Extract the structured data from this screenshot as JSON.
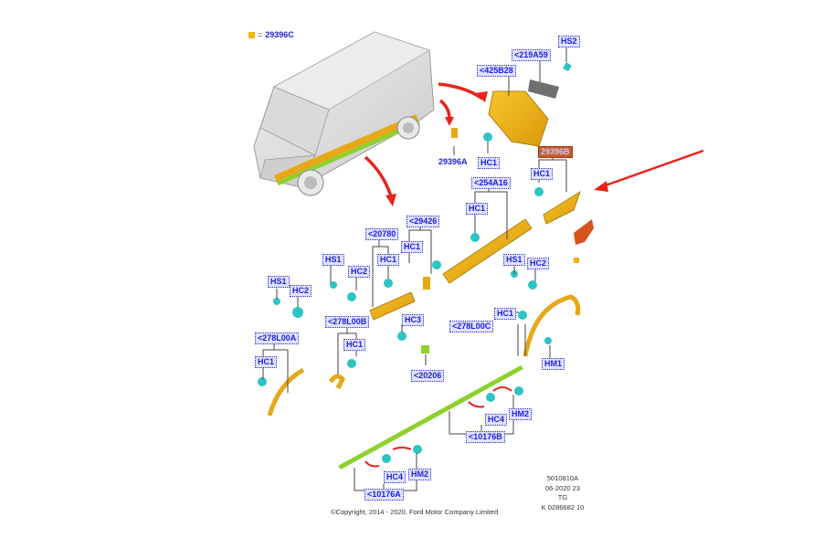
{
  "legend": {
    "swatch_color": "#f5b400",
    "equals": "=",
    "part": "29396C"
  },
  "labels": {
    "hs2": "HS2",
    "l219a59": "<219A59",
    "l425b28": "<425B28",
    "p29396a": "29396A",
    "hc1_top": "HC1",
    "p29396b": "29396B",
    "hc1_right": "HC1",
    "l254a16": "<254A16",
    "hc1_mid": "HC1",
    "l29426": "<29426",
    "hc1_29426": "HC1",
    "l20780": "<20780",
    "hc1_20780": "HC1",
    "hs1_mid": "HS1",
    "hc2_mid": "HC2",
    "hs1_left": "HS1",
    "hc2_left": "HC2",
    "l278l00b": "<278L00B",
    "hc1_b": "HC1",
    "l278l00a": "<278L00A",
    "hc1_a": "HC1",
    "hc3": "HC3",
    "l20206": "<20206",
    "hs1_right": "HS1",
    "hc2_right": "HC2",
    "hc1_c": "HC1",
    "l278l00c": "<278L00C",
    "hm1": "HM1",
    "hc4_b": "HC4",
    "hm2_b": "HM2",
    "l10176b": "<10176B",
    "hc4_a": "HC4",
    "hm2_a": "HM2",
    "l10176a": "<10176A"
  },
  "meta": {
    "line1": "5010810A",
    "line2": "06-2020 23",
    "line3": "TG",
    "line4": "K 0286682 10"
  },
  "copyright": "©Copyright, 2014 - 2020, Ford Motor Company Limited",
  "colors": {
    "label_text": "#1e1ee0",
    "trim_part": "#e6a817",
    "clip": "#2ec4c4",
    "sill_green": "#8ed12e",
    "arrow_red": "#e8231a",
    "bracket": "#d8521e"
  }
}
